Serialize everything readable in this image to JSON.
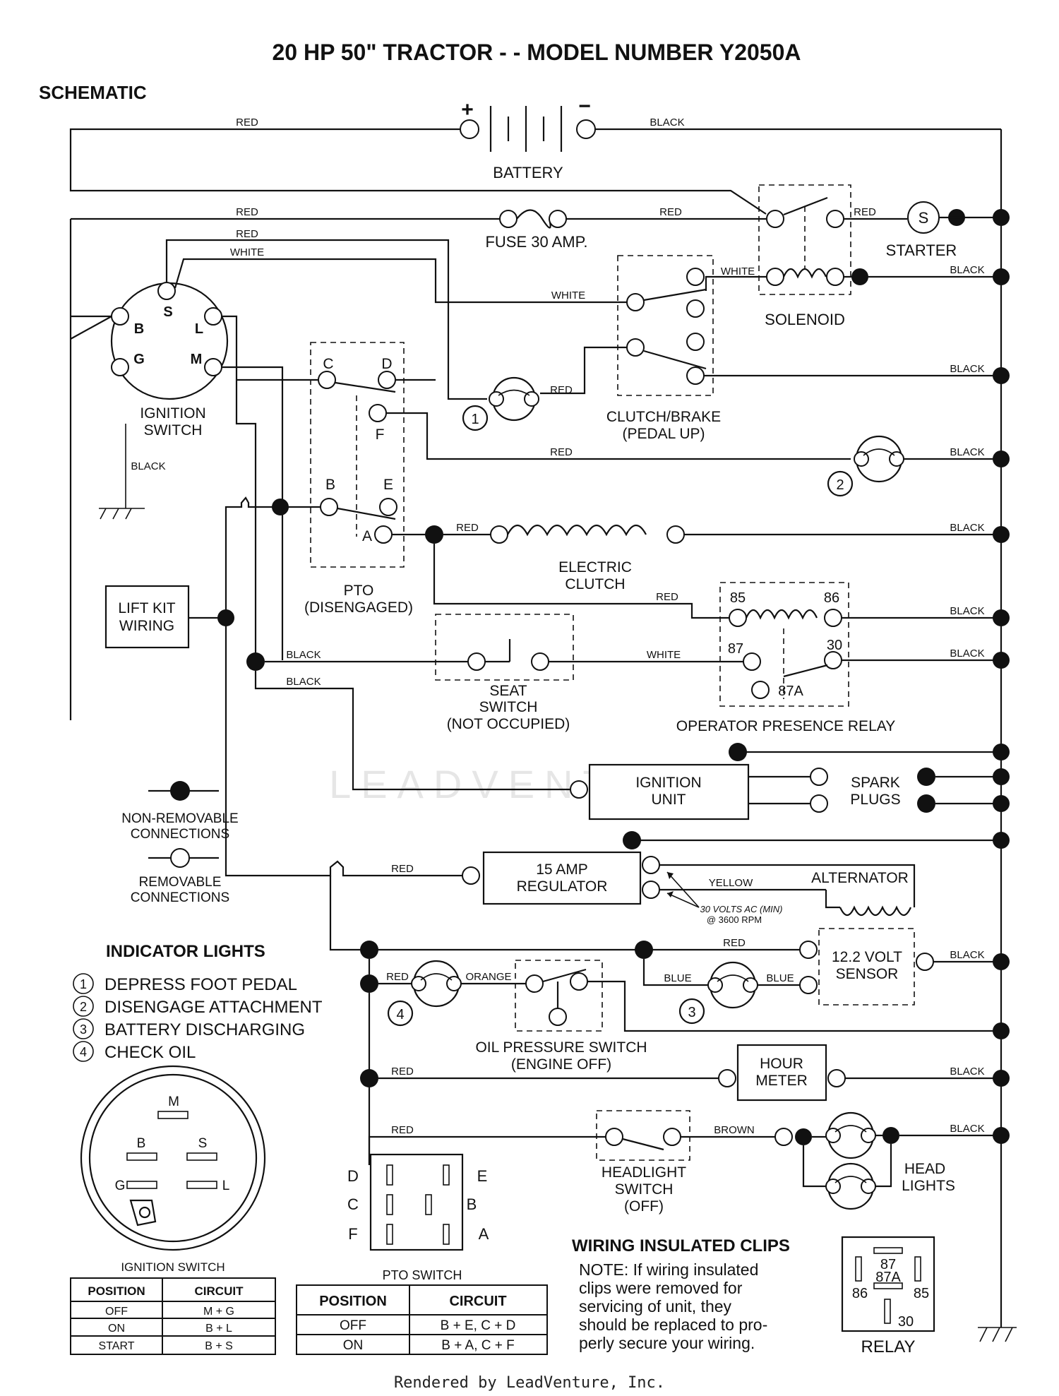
{
  "title": "20 HP 50\" TRACTOR - - MODEL NUMBER  Y2050A",
  "section": "SCHEMATIC",
  "wires": {
    "red": "RED",
    "black": "BLACK",
    "white": "WHITE",
    "yellow": "YELLOW",
    "orange": "ORANGE",
    "blue": "BLUE",
    "brown": "BROWN"
  },
  "components": {
    "battery": "BATTERY",
    "battery_pos": "+",
    "battery_neg": "−",
    "fuse": "FUSE 30 AMP.",
    "starter": "STARTER",
    "starter_s": "S",
    "solenoid": "SOLENOID",
    "ignition_switch_1": "IGNITION",
    "ignition_switch_2": "SWITCH",
    "ign_s": "S",
    "ign_b": "B",
    "ign_l": "L",
    "ign_g": "G",
    "ign_m": "M",
    "clutch_brake_1": "CLUTCH/BRAKE",
    "clutch_brake_2": "(PEDAL UP)",
    "pto_1": "PTO",
    "pto_2": "(DISENGAGED)",
    "pto_c": "C",
    "pto_d": "D",
    "pto_f": "F",
    "pto_b": "B",
    "pto_e": "E",
    "pto_a": "A",
    "electric_clutch_1": "ELECTRIC",
    "electric_clutch_2": "CLUTCH",
    "lift_kit_1": "LIFT KIT",
    "lift_kit_2": "WIRING",
    "seat_switch_1": "SEAT",
    "seat_switch_2": "SWITCH",
    "seat_switch_3": "(NOT OCCUPIED)",
    "relay_85": "85",
    "relay_86": "86",
    "relay_87": "87",
    "relay_30": "30",
    "relay_87a": "87A",
    "operator_relay": "OPERATOR PRESENCE RELAY",
    "ignition_unit_1": "IGNITION",
    "ignition_unit_2": "UNIT",
    "spark_plugs_1": "SPARK",
    "spark_plugs_2": "PLUGS",
    "regulator_1": "15 AMP",
    "regulator_2": "REGULATOR",
    "alternator": "ALTERNATOR",
    "alt_note_1": "30 VOLTS AC (MIN)",
    "alt_note_2": "@ 3600 RPM",
    "sensor_1": "12.2 VOLT",
    "sensor_2": "SENSOR",
    "oil_switch_1": "OIL PRESSURE SWITCH",
    "oil_switch_2": "(ENGINE OFF)",
    "hour_meter_1": "HOUR",
    "hour_meter_2": "METER",
    "headlight_switch_1": "HEADLIGHT",
    "headlight_switch_2": "SWITCH",
    "headlight_switch_3": "(OFF)",
    "head_lights_1": "HEAD",
    "head_lights_2": "LIGHTS",
    "lamp_1": "1",
    "lamp_2": "2",
    "lamp_3": "3",
    "lamp_4": "4"
  },
  "legend": {
    "non_removable_1": "NON-REMOVABLE",
    "non_removable_2": "CONNECTIONS",
    "removable_1": "REMOVABLE",
    "removable_2": "CONNECTIONS"
  },
  "indicator_lights": {
    "title": "INDICATOR LIGHTS",
    "items": [
      {
        "num": "1",
        "label": "DEPRESS FOOT PEDAL"
      },
      {
        "num": "2",
        "label": "DISENGAGE ATTACHMENT"
      },
      {
        "num": "3",
        "label": "BATTERY DISCHARGING"
      },
      {
        "num": "4",
        "label": "CHECK OIL"
      }
    ]
  },
  "ignition_switch_face": {
    "m": "M",
    "b": "B",
    "s": "S",
    "g": "G",
    "l": "L"
  },
  "pto_face": {
    "d": "D",
    "e": "E",
    "c": "C",
    "b": "B",
    "f": "F",
    "a": "A"
  },
  "ignition_table": {
    "caption": "IGNITION SWITCH",
    "headers": [
      "POSITION",
      "CIRCUIT"
    ],
    "rows": [
      [
        "OFF",
        "M + G"
      ],
      [
        "ON",
        "B + L"
      ],
      [
        "START",
        "B + S"
      ]
    ]
  },
  "pto_table": {
    "caption": "PTO SWITCH",
    "headers": [
      "POSITION",
      "CIRCUIT"
    ],
    "rows": [
      [
        "OFF",
        "B + E, C + D"
      ],
      [
        "ON",
        "B + A, C + F"
      ]
    ]
  },
  "clips_note": {
    "title": "WIRING INSULATED CLIPS",
    "lines": [
      "NOTE: If wiring insulated",
      "clips  were  removed  for",
      "servicing  of  unit,  they",
      "should be replaced to pro-",
      "perly secure your wiring."
    ]
  },
  "relay_face": {
    "label": "RELAY",
    "p87": "87",
    "p87a": "87A",
    "p86": "86",
    "p85": "85",
    "p30": "30"
  },
  "watermark": "LEADVENTURE",
  "footer": "Rendered by LeadVenture, Inc."
}
